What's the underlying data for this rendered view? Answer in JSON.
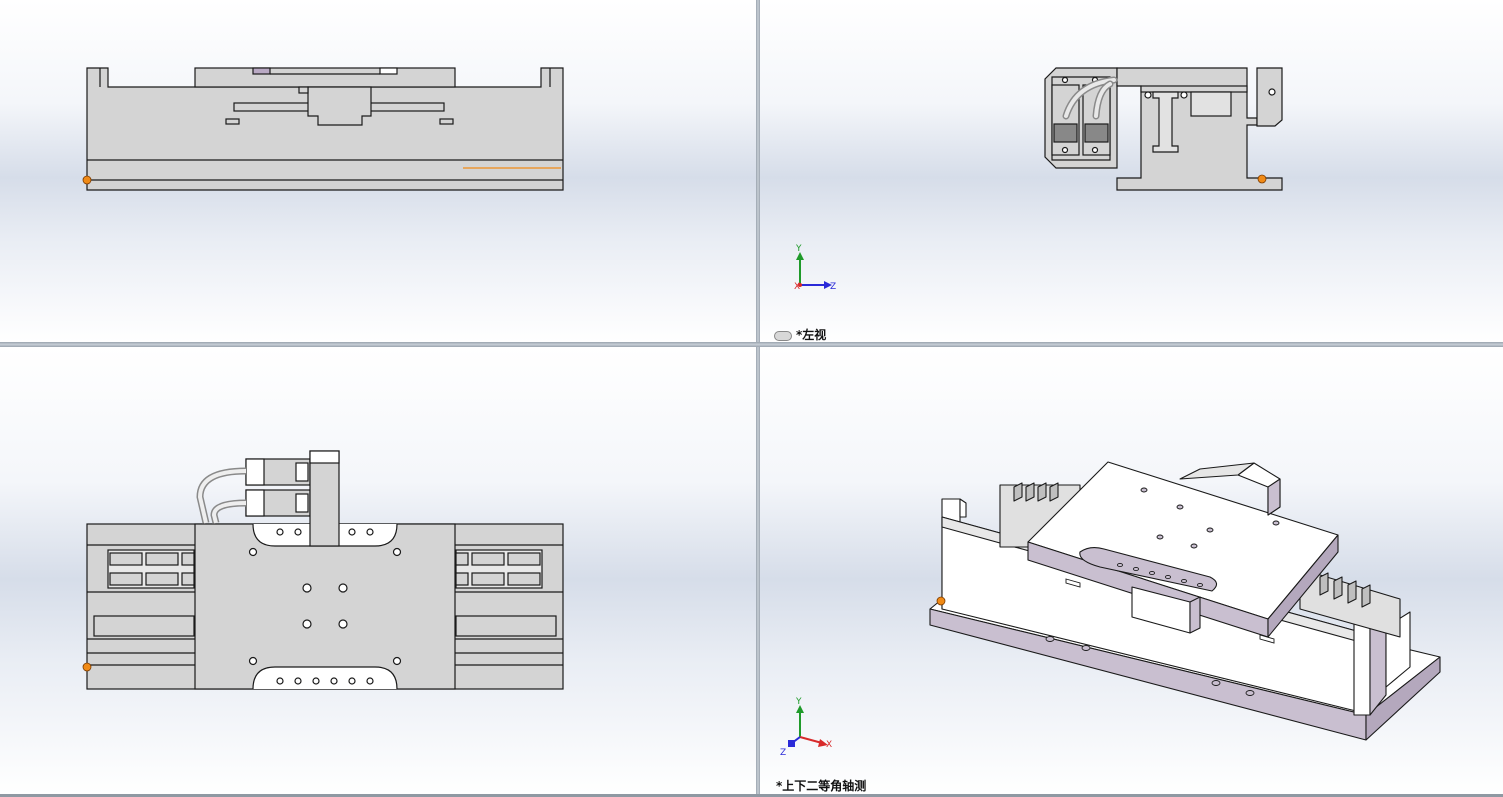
{
  "viewports": {
    "top_left": {
      "view": "front"
    },
    "top_right": {
      "view": "left",
      "label": "*左视",
      "triad": {
        "y": "Y",
        "z": "Z",
        "x": "X"
      }
    },
    "bottom_left": {
      "view": "top"
    },
    "bottom_right": {
      "view": "isometric",
      "label": "*上下二等角轴测",
      "triad": {
        "y": "Y",
        "z": "Z",
        "x": "X"
      }
    }
  },
  "colors": {
    "part_fill": "#d4d4d4",
    "part_stroke": "#1a1a1a",
    "iso_side": "#c9bfd0",
    "iso_top": "#ffffff",
    "origin_dot": "#f08a16",
    "axis_y": "#1f9a2a",
    "axis_z": "#2a2ad8",
    "axis_x": "#d82a2a"
  },
  "icons": {
    "link": "link-icon",
    "origin": "origin-marker-icon",
    "triad": "axis-triad-icon"
  }
}
